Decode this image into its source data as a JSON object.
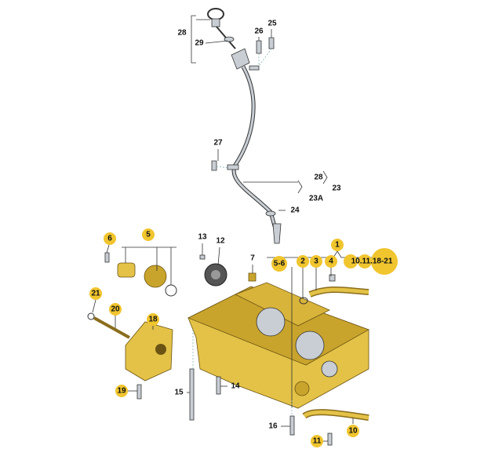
{
  "diagram": {
    "callouts": {
      "c28a": "28",
      "c29": "29",
      "c26": "26",
      "c25": "25",
      "c27": "27",
      "c28b": "28",
      "c23": "23",
      "c23a": "23A",
      "c24": "24",
      "c1": "1",
      "c56": "5-6",
      "c2": "2",
      "c3": "3",
      "c4": "4",
      "c1011": "10.11.18-21",
      "c6": "6",
      "c5": "5",
      "c13": "13",
      "c12": "12",
      "c7": "7",
      "c21": "21",
      "c20": "20",
      "c18": "18",
      "c19": "19",
      "c15": "15",
      "c14": "14",
      "c16": "16",
      "c10": "10",
      "c11": "11"
    },
    "highlight_color": "#f0c52e",
    "part_color": "#e3c247"
  }
}
